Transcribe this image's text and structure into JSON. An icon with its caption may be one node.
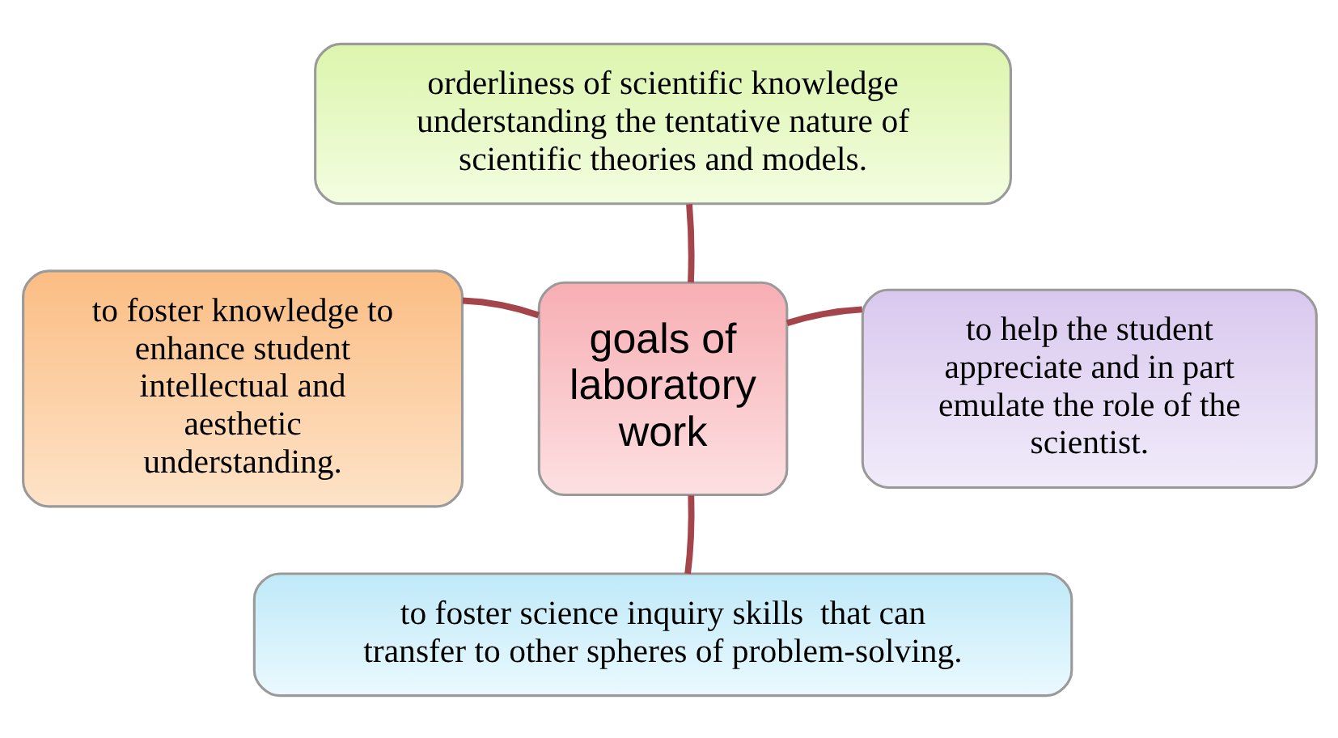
{
  "diagram": {
    "nodes": [
      {
        "text": [
          "orderliness of scientific knowledge understanding the tentative nature of scientific theories and models."
        ]
      },
      {
        "text": [
          "to foster knowledge to enhance student intellectual and aesthetic understanding."
        ]
      },
      {
        "text": [
          "goals of laboratory work"
        ]
      },
      {
        "text": [
          "to help the student appreciate and in part emulate the role of the scientist."
        ]
      },
      {
        "text": [
          "to foster science inquiry skills  that can transfer to other spheres of problem-solving."
        ]
      }
    ],
    "edges": [
      {
        "from": 2,
        "to": 0,
        "arrow": "none"
      },
      {
        "from": 2,
        "to": 1,
        "arrow": "none"
      },
      {
        "from": 2,
        "to": 3,
        "arrow": "none"
      },
      {
        "from": 2,
        "to": 4,
        "arrow": "none"
      }
    ]
  }
}
